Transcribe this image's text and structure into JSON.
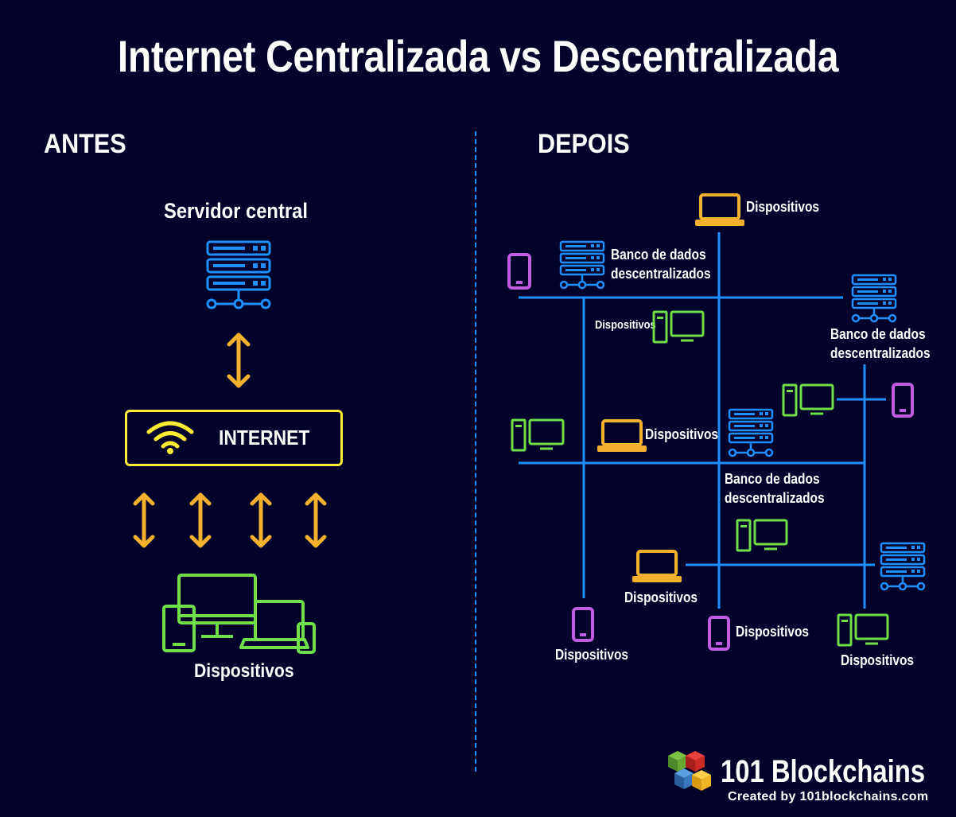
{
  "title": "Internet Centralizada vs Descentralizada",
  "before": {
    "heading": "ANTES",
    "server_label": "Servidor central",
    "internet_label": "INTERNET",
    "devices_label": "Dispositivos"
  },
  "after": {
    "heading": "DEPOIS",
    "devices_label": "Dispositivos",
    "database_line1": "Banco de dados",
    "database_line2": "descentralizados"
  },
  "brand": {
    "name": "101 Blockchains",
    "credit": "Created by 101blockchains.com"
  },
  "colors": {
    "background": "#02022a",
    "server": "#1e90ff",
    "arrow": "#f5b02e",
    "internet": "#ffec33",
    "desktop": "#6fe04a",
    "laptop": "#f5b02e",
    "phone": "#c25be0",
    "network_line": "#1e90ff"
  },
  "icons": [
    "server-icon",
    "wifi-icon",
    "devices-icon",
    "laptop-icon",
    "phone-icon",
    "desktop-icon",
    "logo-cubes-icon"
  ]
}
